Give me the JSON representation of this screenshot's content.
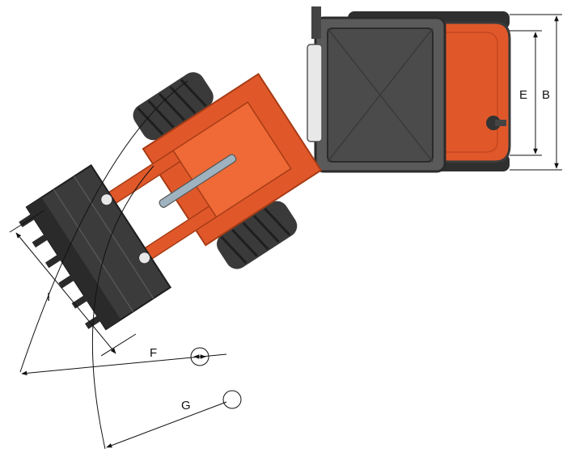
{
  "diagram": {
    "labels": {
      "B": "B",
      "E": "E",
      "F": "F",
      "G": "G",
      "I": "I"
    }
  }
}
